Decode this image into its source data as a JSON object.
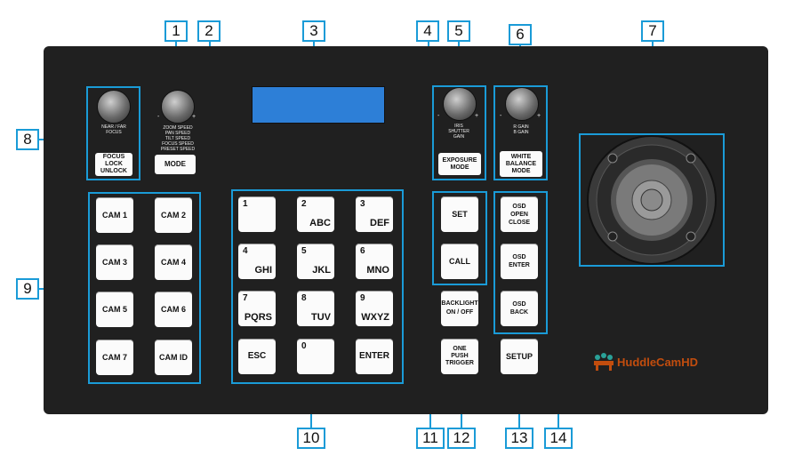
{
  "callouts": [
    "1",
    "2",
    "3",
    "4",
    "5",
    "6",
    "7",
    "8",
    "9",
    "10",
    "11",
    "12",
    "13",
    "14"
  ],
  "knobs": {
    "focus_label": "NEAR / FAR\nFOCUS",
    "speed_label": "ZOOM SPEED\nPAN SPEED\nTILT SPEED\nFOCUS SPEED\nPRESET SPEED",
    "iris_label": "IRIS\nSHUTTER\nGAIN",
    "gain_label": "R GAIN\nB GAIN",
    "minus": "-",
    "plus": "+"
  },
  "buttons": {
    "focus_lock": "FOCUS\nLOCK\nUNLOCK",
    "mode": "MODE",
    "exposure_mode": "EXPOSURE\nMODE",
    "white_balance": "WHITE\nBALANCE\nMODE",
    "cams": [
      "CAM 1",
      "CAM 2",
      "CAM 3",
      "CAM 4",
      "CAM 5",
      "CAM 6",
      "CAM 7",
      "CAM ID"
    ],
    "set": "SET",
    "call": "CALL",
    "osd_open": "OSD\nOPEN\nCLOSE",
    "osd_enter": "OSD\nENTER",
    "osd_back": "OSD\nBACK",
    "backlight": "BACKLIGHT\nON / OFF",
    "one_push": "ONE\nPUSH\nTRIGGER",
    "setup": "SETUP"
  },
  "keypad": [
    {
      "num": "1",
      "letters": ""
    },
    {
      "num": "2",
      "letters": "ABC"
    },
    {
      "num": "3",
      "letters": "DEF"
    },
    {
      "num": "4",
      "letters": "GHI"
    },
    {
      "num": "5",
      "letters": "JKL"
    },
    {
      "num": "6",
      "letters": "MNO"
    },
    {
      "num": "7",
      "letters": "PQRS"
    },
    {
      "num": "8",
      "letters": "TUV"
    },
    {
      "num": "9",
      "letters": "WXYZ"
    },
    {
      "num": "",
      "letters": "ESC"
    },
    {
      "num": "0",
      "letters": ""
    },
    {
      "num": "",
      "letters": "ENTER"
    }
  ],
  "brand": "HuddleCamHD",
  "colors": {
    "callout": "#1a9bd7",
    "panel": "#202020",
    "lcd": "#2d7fd7",
    "brand": "#c24d0e"
  }
}
